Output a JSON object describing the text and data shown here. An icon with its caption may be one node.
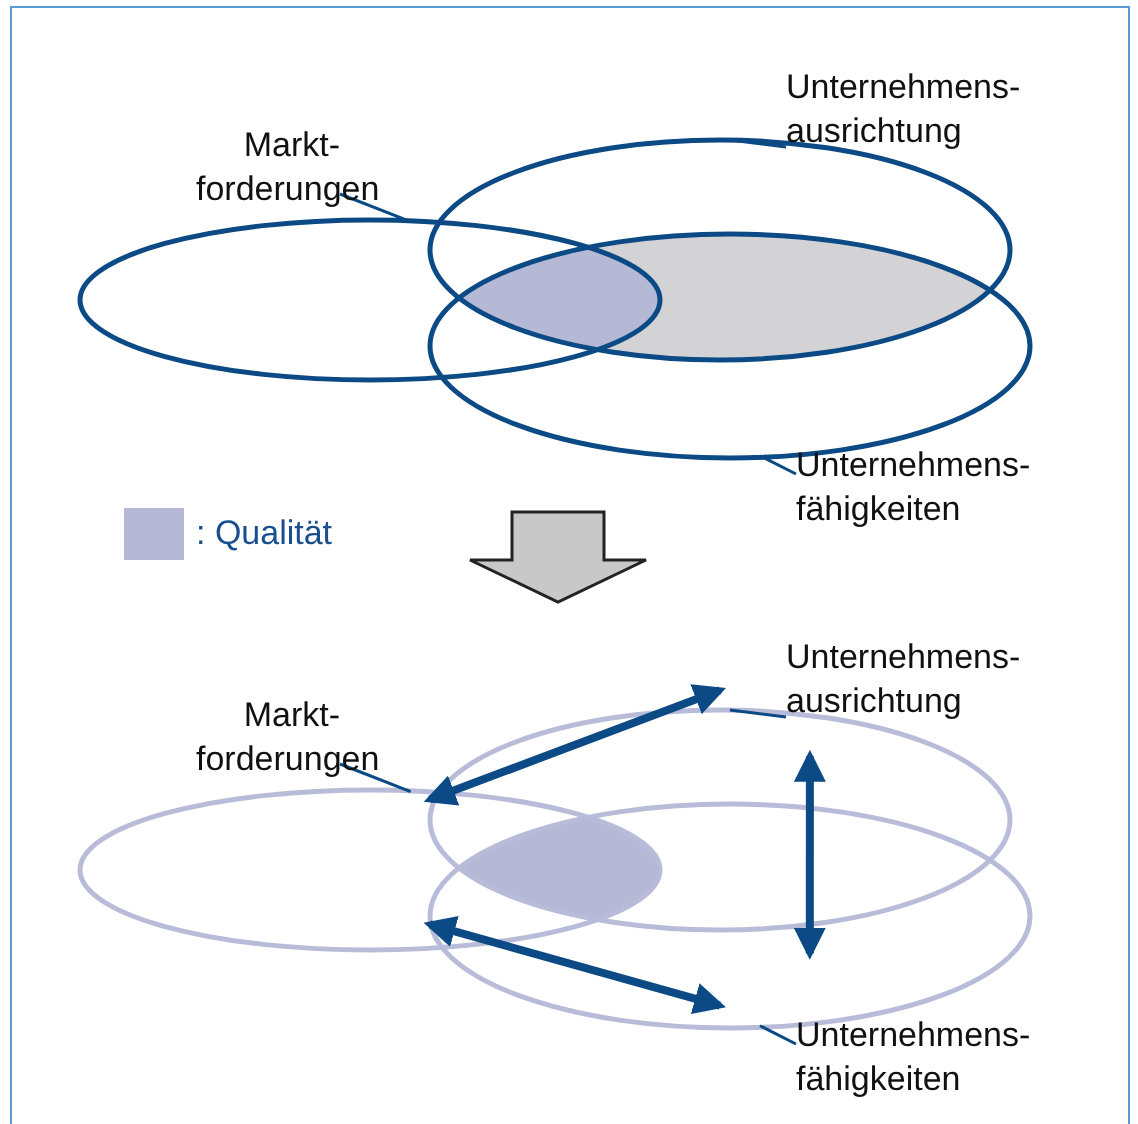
{
  "diagram": {
    "nodes": [
      {
        "text": [
          "Markt-forderungen"
        ]
      },
      {
        "text": [],
        "shape": "ellipse"
      },
      {
        "text": [
          "Unternehmens-ausrichtung"
        ]
      },
      {
        "text": [],
        "shape": "ellipse"
      },
      {
        "text": [
          "Unternehmens-fähigkeiten"
        ]
      },
      {
        "text": [],
        "shape": "ellipse"
      },
      {
        "text": [
          "Markt-forderungen"
        ]
      },
      {
        "text": [],
        "shape": "ellipse"
      },
      {
        "text": [
          "Unternehmens-ausrichtung"
        ]
      },
      {
        "text": [],
        "shape": "ellipse"
      },
      {
        "text": [
          "Unternehmens-fähigkeiten"
        ]
      },
      {
        "text": [],
        "shape": "ellipse"
      }
    ],
    "edges": [
      {
        "from": 0,
        "to": 1,
        "arrow": "none"
      },
      {
        "from": 2,
        "to": 3,
        "arrow": "none"
      },
      {
        "from": 4,
        "to": 5,
        "arrow": "none"
      },
      {
        "from": 6,
        "to": 7,
        "arrow": "none"
      },
      {
        "from": 8,
        "to": 9,
        "arrow": "none"
      },
      {
        "from": 10,
        "to": 11,
        "arrow": "none"
      },
      {
        "from": 7,
        "to": 9,
        "arrow": "both",
        "style": "thick",
        "color": "#0b4a85"
      },
      {
        "from": 9,
        "to": 11,
        "arrow": "both",
        "style": "thick",
        "color": "#0b4a85"
      },
      {
        "from": 7,
        "to": 11,
        "arrow": "both",
        "style": "thick",
        "color": "#0b4a85"
      }
    ],
    "legend": [
      {
        "text": ": Qualität",
        "color": "#b6b9d6"
      }
    ]
  }
}
